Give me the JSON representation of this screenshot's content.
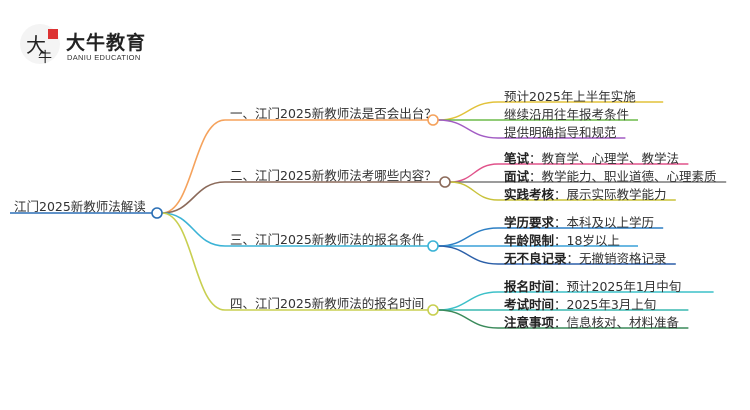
{
  "brand": {
    "name": "大牛教育",
    "sub": "DANIU EDUCATION",
    "mark_text": "大牛"
  },
  "root": "江门2025新教师法解读",
  "branches": [
    {
      "label": "一、江门2025新教师法是否会出台？",
      "color": "#f5a25c",
      "leaves": [
        {
          "bold": "",
          "text": "预计2025年上半年实施",
          "color": "#e2c23a"
        },
        {
          "bold": "",
          "text": "继续沿用往年报考条件",
          "color": "#6dbb4a"
        },
        {
          "bold": "",
          "text": "提供明确指导和规范",
          "color": "#a25cc4"
        }
      ]
    },
    {
      "label": "二、江门2025新教师法考哪些内容？",
      "color": "#8b6a5a",
      "leaves": [
        {
          "bold": "笔试",
          "text": "：教育学、心理学、教学法",
          "color": "#e0528a"
        },
        {
          "bold": "面试",
          "text": "：教学能力、职业道德、心理素质",
          "color": "#7a7a7a"
        },
        {
          "bold": "实践考核",
          "text": "：展示实际教学能力",
          "color": "#c8c23a"
        }
      ]
    },
    {
      "label": "三、江门2025新教师法的报名条件",
      "color": "#3bb3d6",
      "leaves": [
        {
          "bold": "学历要求",
          "text": "：本科及以上学历",
          "color": "#2d7fc4"
        },
        {
          "bold": "年龄限制",
          "text": "：18岁以上",
          "color": "#3aa0d8"
        },
        {
          "bold": "无不良记录",
          "text": "：无撤销资格记录",
          "color": "#2b5fa8"
        }
      ]
    },
    {
      "label": "四、江门2025新教师法的报名时间",
      "color": "#c8cf50",
      "leaves": [
        {
          "bold": "报名时间",
          "text": "：预计2025年1月中旬",
          "color": "#3cc0c8"
        },
        {
          "bold": "考试时间",
          "text": "：2025年3月上旬",
          "color": "#3ab8b0"
        },
        {
          "bold": "注意事项",
          "text": "：信息核对、材料准备",
          "color": "#3a8a5a"
        }
      ]
    }
  ]
}
